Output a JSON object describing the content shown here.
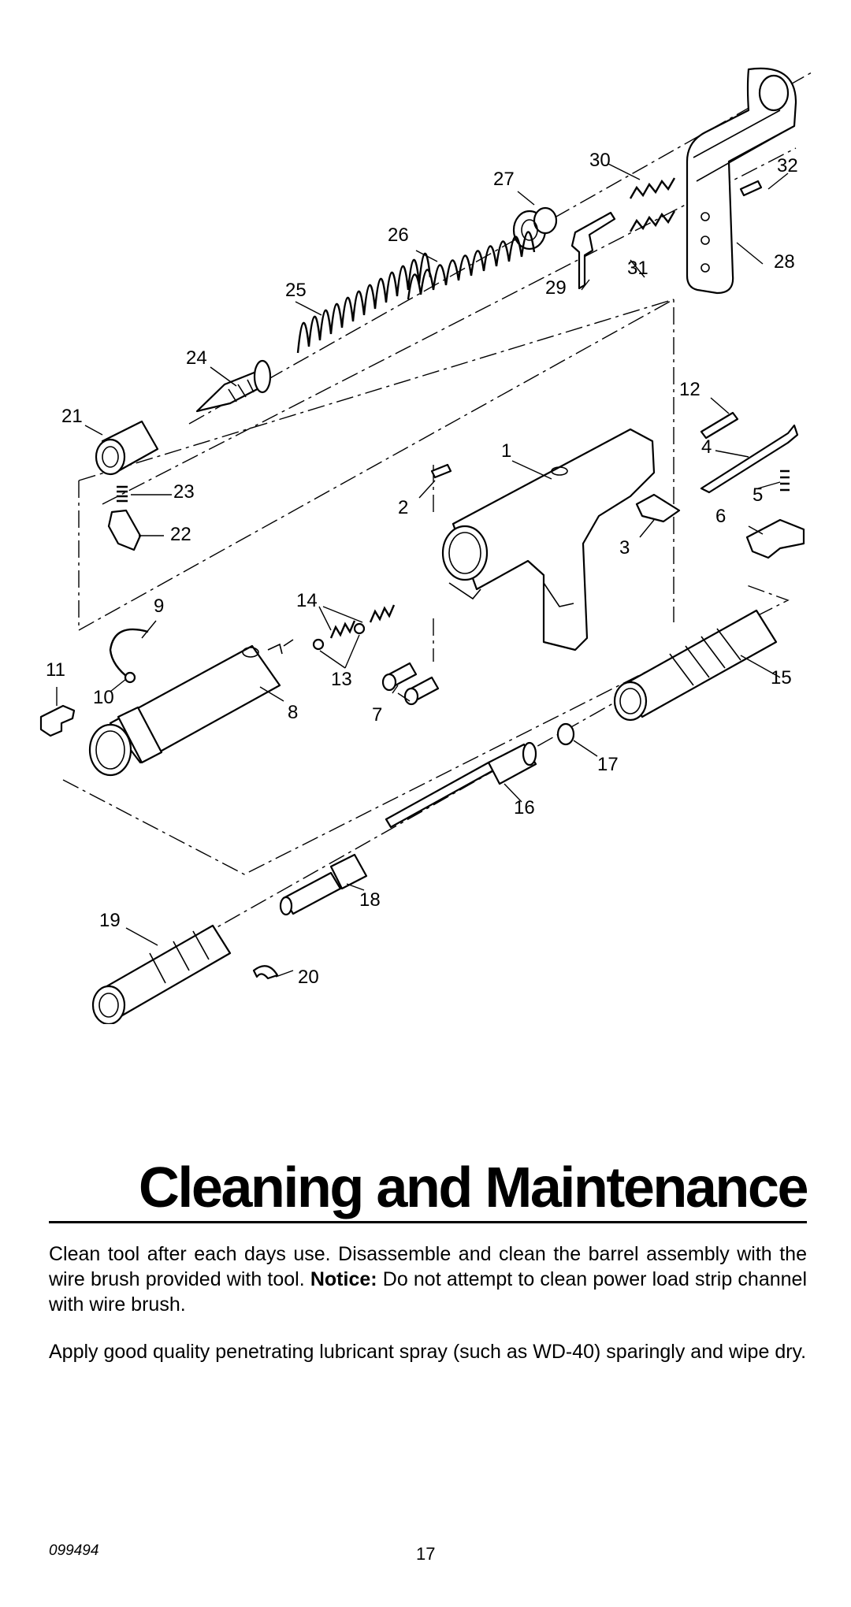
{
  "diagram": {
    "part_labels": [
      "1",
      "2",
      "3",
      "4",
      "5",
      "6",
      "7",
      "8",
      "9",
      "10",
      "11",
      "12",
      "13",
      "14",
      "15",
      "16",
      "17",
      "18",
      "19",
      "20",
      "21",
      "22",
      "23",
      "24",
      "25",
      "26",
      "27",
      "28",
      "29",
      "30",
      "31",
      "32"
    ]
  },
  "section": {
    "title": "Cleaning and Maintenance",
    "para1_before": "Clean tool after each days use. Disassemble and clean the barrel assembly with the wire brush provided with tool. ",
    "para1_notice": "Notice:",
    "para1_after": " Do not attempt to clean power load strip channel with wire brush.",
    "para2": "Apply good quality penetrating lubricant spray (such as WD-40) sparingly and wipe dry."
  },
  "footer": {
    "doc_number": "099494",
    "page_number": "17"
  }
}
